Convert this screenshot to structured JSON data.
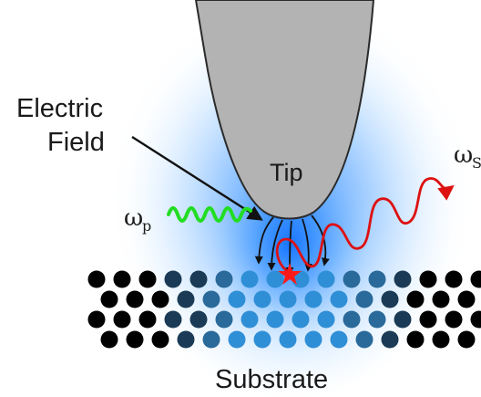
{
  "labels": {
    "electric_line1": "Electric",
    "electric_line2": "Field",
    "tip": "Tip",
    "substrate": "Substrate",
    "omega_p_symbol": "ω",
    "omega_p_sub": "p",
    "omega_s_symbol": "ω",
    "omega_s_sub": "S"
  },
  "colors": {
    "tip_fill": "#b3b3b3",
    "tip_stroke": "#2a2a2a",
    "glow": "#1f8cff",
    "pump_wave": "#22dd22",
    "scattered_wave": "#dd1111",
    "field_lines": "#111111",
    "atoms": "#000000",
    "hotspot": "#ff1a1a"
  }
}
